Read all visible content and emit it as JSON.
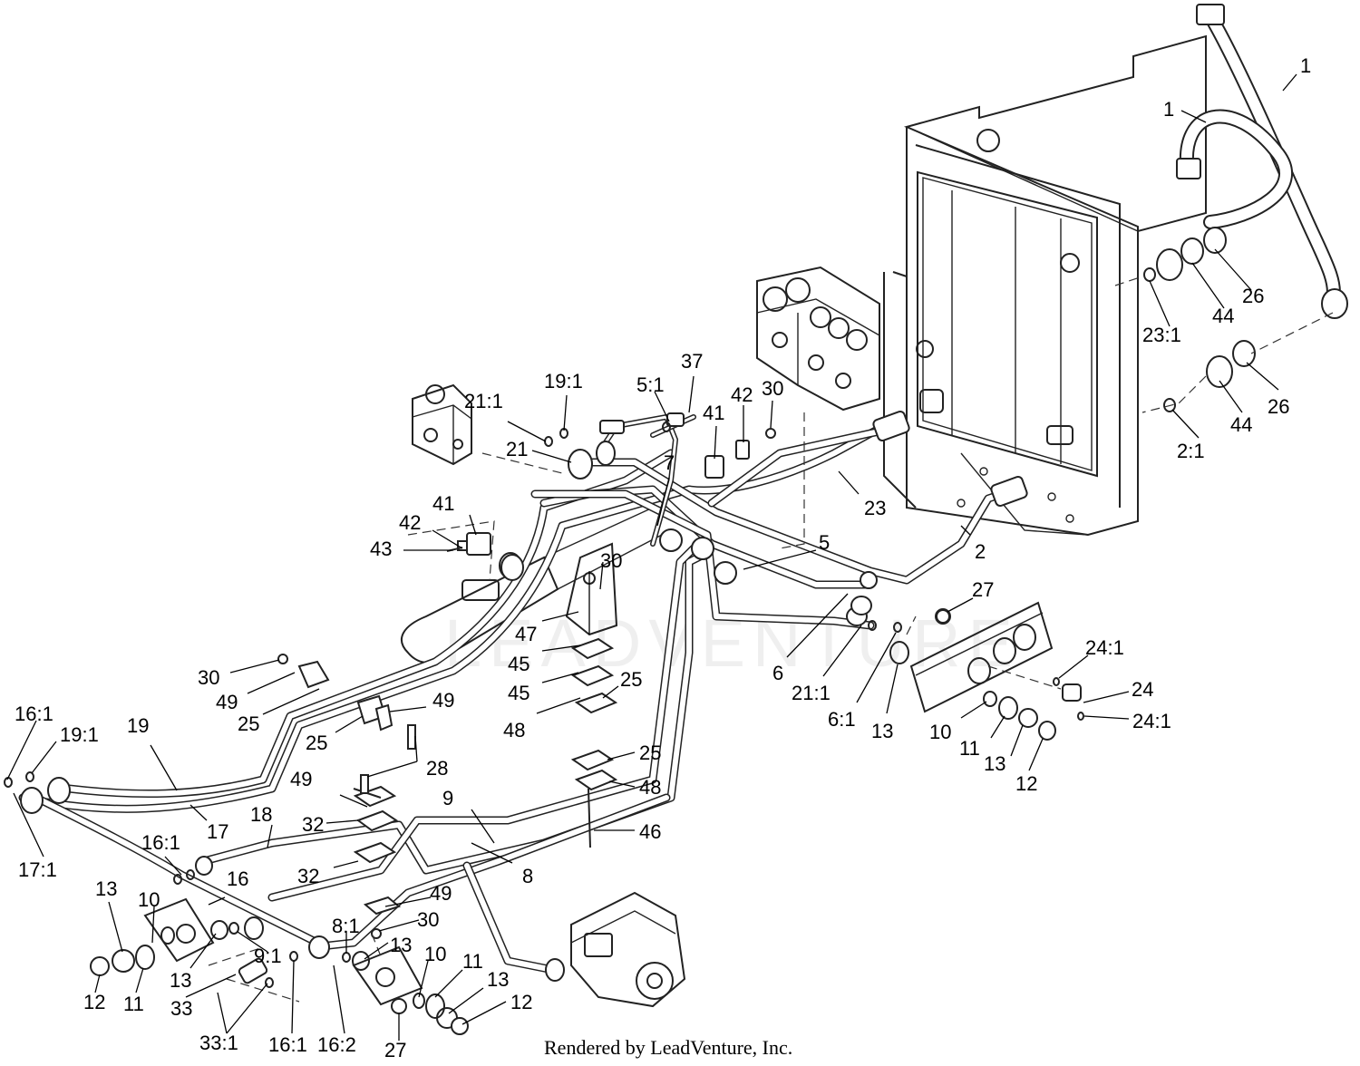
{
  "footer": "Rendered by LeadVenture, Inc.",
  "watermark": "LEADVENTURE",
  "callouts": [
    {
      "label": "1"
    },
    {
      "label": "1"
    },
    {
      "label": "26"
    },
    {
      "label": "44"
    },
    {
      "label": "23:1"
    },
    {
      "label": "26"
    },
    {
      "label": "44"
    },
    {
      "label": "2:1"
    },
    {
      "label": "37"
    },
    {
      "label": "5:1"
    },
    {
      "label": "42"
    },
    {
      "label": "30"
    },
    {
      "label": "41"
    },
    {
      "label": "19:1"
    },
    {
      "label": "21:1"
    },
    {
      "label": "21"
    },
    {
      "label": "7"
    },
    {
      "label": "23"
    },
    {
      "label": "2"
    },
    {
      "label": "5"
    },
    {
      "label": "41"
    },
    {
      "label": "42"
    },
    {
      "label": "43"
    },
    {
      "label": "30"
    },
    {
      "label": "47"
    },
    {
      "label": "45"
    },
    {
      "label": "45"
    },
    {
      "label": "25"
    },
    {
      "label": "48"
    },
    {
      "label": "27"
    },
    {
      "label": "6"
    },
    {
      "label": "21:1"
    },
    {
      "label": "6:1"
    },
    {
      "label": "13"
    },
    {
      "label": "24:1"
    },
    {
      "label": "24"
    },
    {
      "label": "24:1"
    },
    {
      "label": "10"
    },
    {
      "label": "11"
    },
    {
      "label": "13"
    },
    {
      "label": "12"
    },
    {
      "label": "30"
    },
    {
      "label": "49"
    },
    {
      "label": "25"
    },
    {
      "label": "49"
    },
    {
      "label": "25"
    },
    {
      "label": "28"
    },
    {
      "label": "16:1"
    },
    {
      "label": "19:1"
    },
    {
      "label": "19"
    },
    {
      "label": "17:1"
    },
    {
      "label": "17"
    },
    {
      "label": "49"
    },
    {
      "label": "32"
    },
    {
      "label": "18"
    },
    {
      "label": "9"
    },
    {
      "label": "25"
    },
    {
      "label": "48"
    },
    {
      "label": "46"
    },
    {
      "label": "16:1"
    },
    {
      "label": "32"
    },
    {
      "label": "8"
    },
    {
      "label": "16"
    },
    {
      "label": "13"
    },
    {
      "label": "10"
    },
    {
      "label": "12"
    },
    {
      "label": "11"
    },
    {
      "label": "13"
    },
    {
      "label": "9:1"
    },
    {
      "label": "33"
    },
    {
      "label": "33:1"
    },
    {
      "label": "16:1"
    },
    {
      "label": "16:2"
    },
    {
      "label": "49"
    },
    {
      "label": "8:1"
    },
    {
      "label": "30"
    },
    {
      "label": "13"
    },
    {
      "label": "10"
    },
    {
      "label": "11"
    },
    {
      "label": "13"
    },
    {
      "label": "12"
    },
    {
      "label": "27"
    }
  ]
}
